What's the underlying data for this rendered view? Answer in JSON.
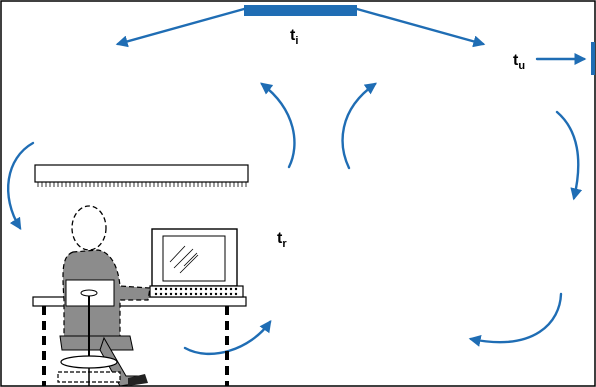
{
  "labels": {
    "inlet_main": "t",
    "inlet_sub": "i",
    "outlet_main": "t",
    "outlet_sub": "u",
    "room_main": "t",
    "room_sub": "r"
  },
  "colors": {
    "flow": "#1f6db4",
    "outline": "#000000",
    "person_fill": "#8c8c8c",
    "radiator_fill": "#ffffff"
  },
  "icons": {
    "supply_diffuser": "ceiling-diffuser-icon",
    "exhaust_grille": "exhaust-grille-icon",
    "radiator": "radiator-icon",
    "person": "seated-person-icon",
    "computer": "computer-monitor-icon",
    "keyboard": "keyboard-icon"
  }
}
